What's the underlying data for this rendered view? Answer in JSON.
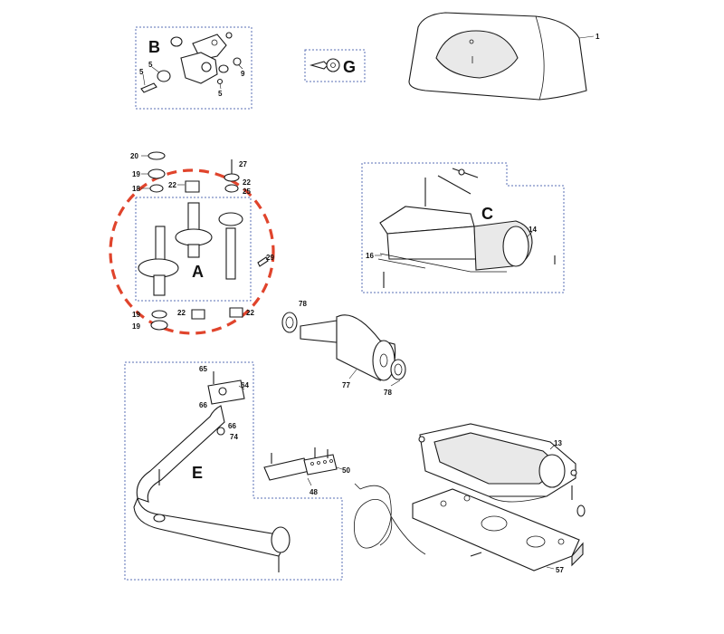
{
  "groups": {
    "A": "A",
    "B": "B",
    "C": "C",
    "E": "E",
    "G": "G"
  },
  "parts": {
    "p1": "1",
    "p5a": "5",
    "p5b": "5",
    "p5c": "5",
    "p9": "9",
    "p13": "13",
    "p14": "14",
    "p16": "16",
    "p18": "18",
    "p19a": "19",
    "p19b": "19",
    "p19c": "19",
    "p20": "20",
    "p22a": "22",
    "p22b": "22",
    "p22c": "22",
    "p22d": "22",
    "p25": "25",
    "p27": "27",
    "p29": "29",
    "p48": "48",
    "p50": "50",
    "p57": "57",
    "p64": "64",
    "p65": "65",
    "p66a": "66",
    "p66b": "66",
    "p74": "74",
    "p77": "77",
    "p78a": "78",
    "p78b": "78"
  },
  "highlight_color": "#e0442c",
  "box_color": "#5a6fb5"
}
